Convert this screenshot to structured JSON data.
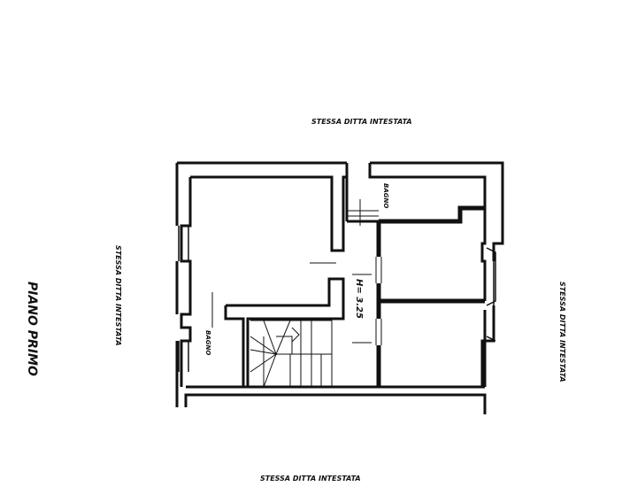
{
  "title": "PIANO PRIMO",
  "neighbors": {
    "top": "STESSA DITTA INTESTATA",
    "bottom": "STESSA DITTA INTESTATA",
    "left": "STESSA DITTA INTESTATA",
    "right": "STESSA DITTA INTESTATA"
  },
  "rooms": {
    "bath_top": "BAGNO",
    "bath_left": "BAGNO"
  },
  "height_label": "H= 3.25",
  "colors": {
    "ink": "#111111",
    "paper": "#ffffff"
  }
}
